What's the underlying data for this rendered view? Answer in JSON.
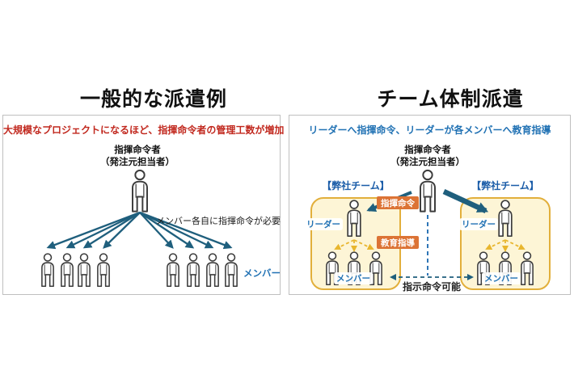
{
  "colors": {
    "arrow_teal": "#1F5F7D",
    "note_red": "#C1281E",
    "blue_text": "#2172B4",
    "team_label_blue": "#1A5CA8",
    "team_box_fill": "#FDF5D6",
    "team_box_border": "#E2AF3B",
    "orange_chip": "#DC7335",
    "yellow_arrow": "#E8B62E",
    "dashed_blue": "#2E75B6",
    "panel_border": "#BFBFBF"
  },
  "left_panel": {
    "title": "一般的な派遣例",
    "note": "大規模なプロジェクトになるほど、指揮命令者の管理工数が増加",
    "commander_label_line1": "指揮命令者",
    "commander_label_line2": "（発注元担当者）",
    "annotation": "メンバー各自に指揮命令が必要",
    "member_label": "メンバー"
  },
  "right_panel": {
    "title": "チーム体制派遣",
    "note": "リーダーへ指揮命令、リーダーが各メンバーへ教育指導",
    "commander_label_line1": "指揮命令者",
    "commander_label_line2": "（発注元担当者）",
    "team_label": "【弊社チーム】",
    "leader_label": "リーダー",
    "member_label": "メンバー",
    "command_chip": "指揮命令",
    "education_chip": "教育指導",
    "bottom_note": "指示命令可能"
  }
}
